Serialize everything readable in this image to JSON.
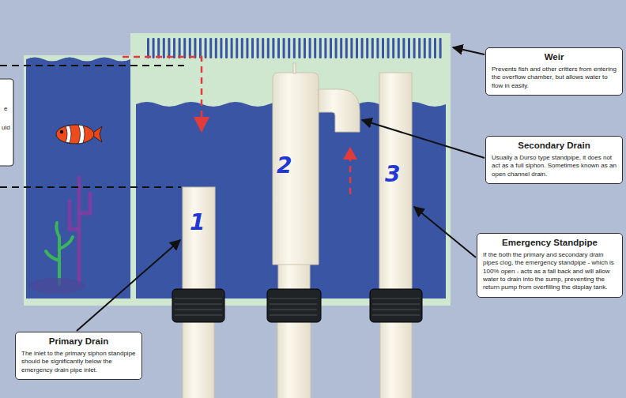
{
  "diagram": {
    "nodes": [
      {
        "text": [
          "Weir",
          "Prevents fish and other critters from entering the overflow chamber, but allows water to flow in easily."
        ]
      },
      {
        "text": [
          "Secondary Drain",
          "Usually a Durso type standpipe, it does not act as a full siphon. Sometimes known as an open channel drain."
        ]
      },
      {
        "text": [
          "Emergency Standpipe",
          "If the both the primary and secondary drain pipes clog, the emergency standpipe - which is 100% open - acts as a fall back and will allow water to drain into the sump, preventing the return pump from overfilling the display tank."
        ]
      },
      {
        "text": [
          "Primary Drain",
          "The inlet to the primary siphon standpipe should be significantly below the emergency drain pipe inlet."
        ]
      }
    ],
    "labels": [
      "e",
      "uld",
      "1",
      "2",
      "3"
    ]
  }
}
